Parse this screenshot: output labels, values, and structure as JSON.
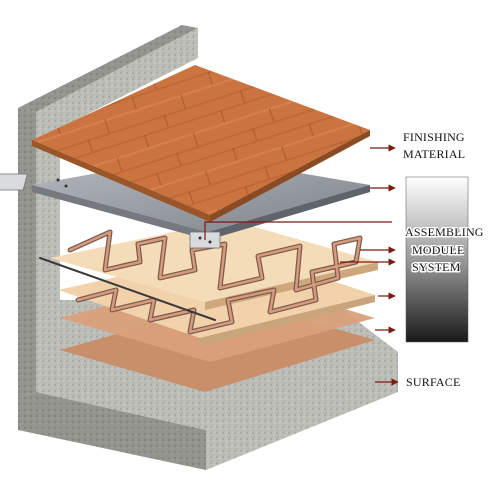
{
  "labels": {
    "finishing_line1": "FINISHING",
    "finishing_line2": "MATERIAL",
    "assembling_line1": "ASSEMBLING",
    "assembling_line2": "MODULE",
    "assembling_line3": "SYSTEM",
    "surface": "SURFACE"
  },
  "colors": {
    "wood": "#c9713d",
    "wood_dark": "#a85a2c",
    "steel_plate": "#9a9fa6",
    "concrete": "#b8b8b4",
    "concrete_dark": "#8d8d89",
    "pipe": "#c8846a",
    "board": "#f2d3ad",
    "board_lower": "#e7b98b",
    "arrow": "#7a1a12"
  }
}
